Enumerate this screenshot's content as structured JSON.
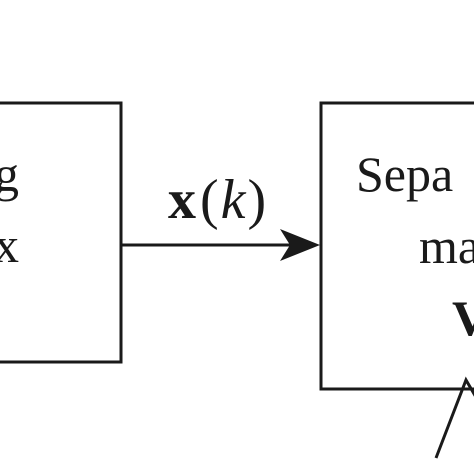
{
  "left_block": {
    "label_line1": "g",
    "label_line2": "x"
  },
  "signal": {
    "symbol": "x",
    "open_paren": "(",
    "index": "k",
    "close_paren": ")"
  },
  "right_block": {
    "label_line1": "Sepa",
    "label_line2": "ma",
    "label_line3": "V"
  },
  "colors": {
    "stroke": "#1a1a1a",
    "background": "#ffffff"
  }
}
